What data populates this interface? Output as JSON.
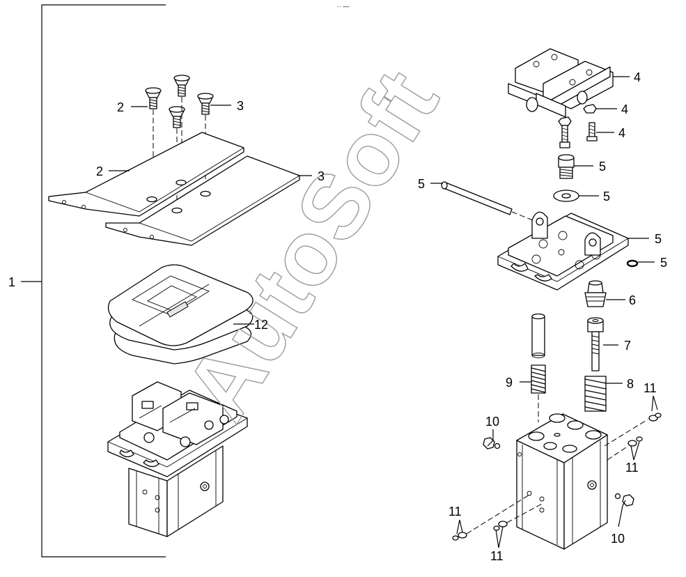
{
  "watermark": "AutoSoft",
  "header_mark": "·· —",
  "callouts": {
    "c1": "1",
    "c2a": "2",
    "c2b": "2",
    "c3a": "3",
    "c3b": "3",
    "c4a": "4",
    "c4b": "4",
    "c4c": "4",
    "c5a": "5",
    "c5b": "5",
    "c5c": "5",
    "c5d": "5",
    "c5e": "5",
    "c6": "6",
    "c7": "7",
    "c8": "8",
    "c9": "9",
    "c10a": "10",
    "c10b": "10",
    "c11a": "11",
    "c11b": "11",
    "c11c": "11",
    "c11d": "11",
    "c12": "12"
  }
}
